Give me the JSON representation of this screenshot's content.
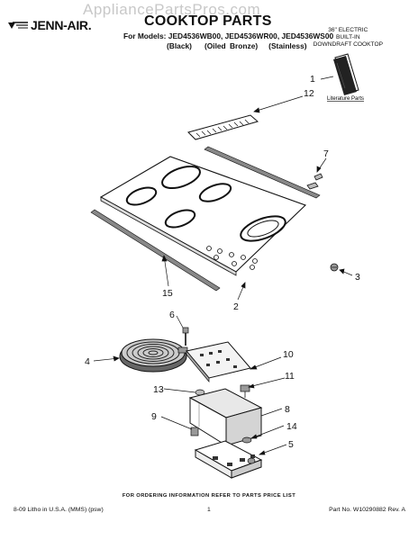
{
  "header": {
    "brand": "JENN-AIR.",
    "title": "COOKTOP PARTS",
    "models_line": "For Models: JED4536WB00, JED4536WR00, JED4536WS00",
    "variants": [
      "(Black)",
      "(Oiled Bronze)",
      "(Stainless)"
    ],
    "product_type": [
      "36\" ELECTRIC",
      "BUILT-IN",
      "DOWNDRAFT COOKTOP"
    ],
    "watermark": "AppliancePartsPros.com"
  },
  "diagram": {
    "literature_label": "Literature Parts",
    "callouts": [
      "1",
      "12",
      "7",
      "3",
      "15",
      "2",
      "6",
      "4",
      "10",
      "11",
      "13",
      "8",
      "9",
      "14",
      "5"
    ]
  },
  "footer": {
    "notice": "FOR ORDERING INFORMATION REFER TO PARTS PRICE LIST",
    "litho": "8-09 Litho in U.S.A. (MMS) (psw)",
    "page_number": "1",
    "part_number": "Part No. W10290882 Rev. A"
  }
}
